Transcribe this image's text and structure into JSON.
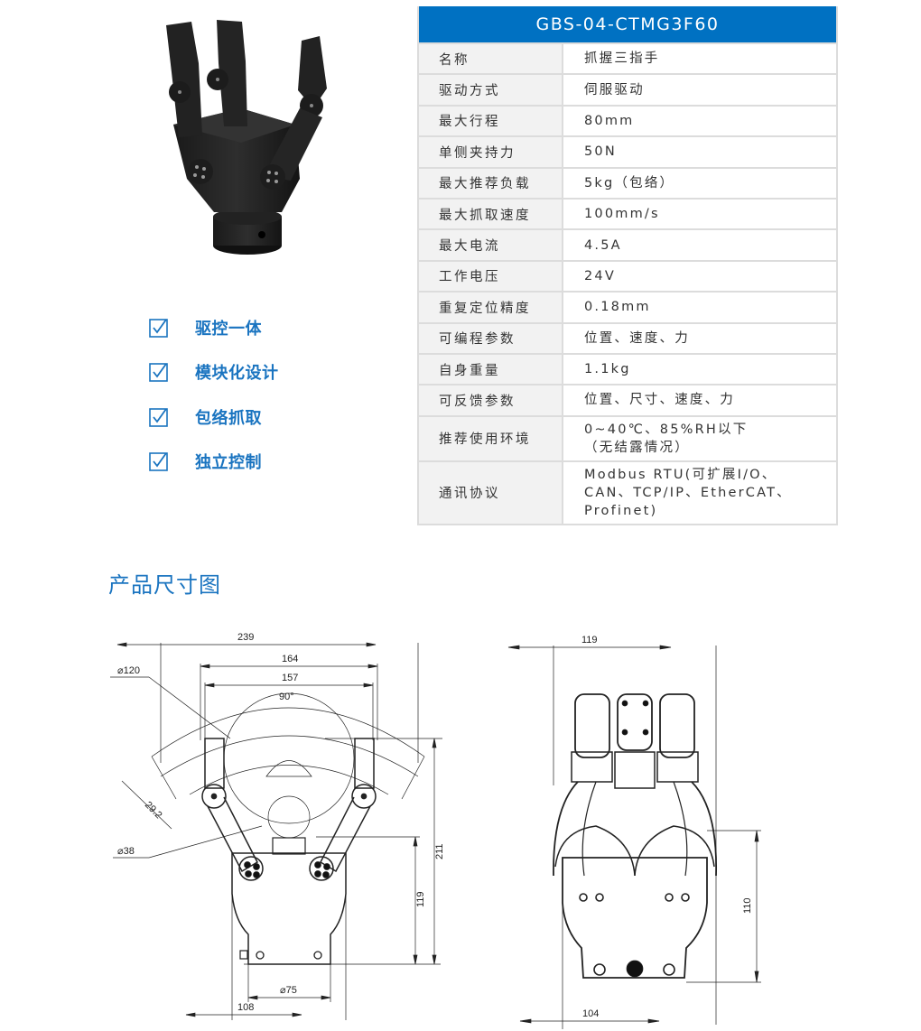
{
  "product": {
    "model": "GBS-04-CTMG3F60",
    "image_alt": "三指电动夹爪产品图"
  },
  "features": [
    {
      "icon": "checkbox-checked-icon",
      "label": "驱控一体"
    },
    {
      "icon": "checkbox-checked-icon",
      "label": "模块化设计"
    },
    {
      "icon": "checkbox-checked-icon",
      "label": "包络抓取"
    },
    {
      "icon": "checkbox-checked-icon",
      "label": "独立控制"
    }
  ],
  "spec_table": {
    "header": "GBS-04-CTMG3F60",
    "rows": [
      {
        "key": "名称",
        "value": "抓握三指手"
      },
      {
        "key": "驱动方式",
        "value": "伺服驱动"
      },
      {
        "key": "最大行程",
        "value": "80mm"
      },
      {
        "key": "单侧夹持力",
        "value": "50N"
      },
      {
        "key": "最大推荐负载",
        "value": "5kg（包络）"
      },
      {
        "key": "最大抓取速度",
        "value": "100mm/s"
      },
      {
        "key": "最大电流",
        "value": "4.5A"
      },
      {
        "key": "工作电压",
        "value": "24V"
      },
      {
        "key": "重复定位精度",
        "value": "0.18mm"
      },
      {
        "key": "可编程参数",
        "value": "位置、速度、力"
      },
      {
        "key": "自身重量",
        "value": "1.1kg"
      },
      {
        "key": "可反馈参数",
        "value": "位置、尺寸、速度、力"
      },
      {
        "key": "推荐使用环境",
        "value": "0~40℃、85%RH以下\n（无结露情况）"
      },
      {
        "key": "通讯协议",
        "value": "Modbus RTU(可扩展I/O、\nCAN、TCP/IP、EtherCAT、\nProfinet)"
      }
    ]
  },
  "dimension_section": {
    "title": "产品尺寸图",
    "front_view": {
      "dims": {
        "overall_width": "239",
        "width_164": "164",
        "width_157": "157",
        "angle": "90°",
        "dia_120": "⌀120",
        "len_29_2": "29.2",
        "dia_38": "⌀38",
        "height_211": "211",
        "height_119": "119",
        "dia_75": "⌀75",
        "width_108": "108"
      }
    },
    "side_view": {
      "dims": {
        "width_119": "119",
        "height_110": "110",
        "width_104": "104"
      }
    }
  },
  "colors": {
    "accent_blue": "#0071c2",
    "feature_blue": "#1a74c0",
    "table_border": "#dcdcdc",
    "key_bg": "#f2f2f2"
  }
}
